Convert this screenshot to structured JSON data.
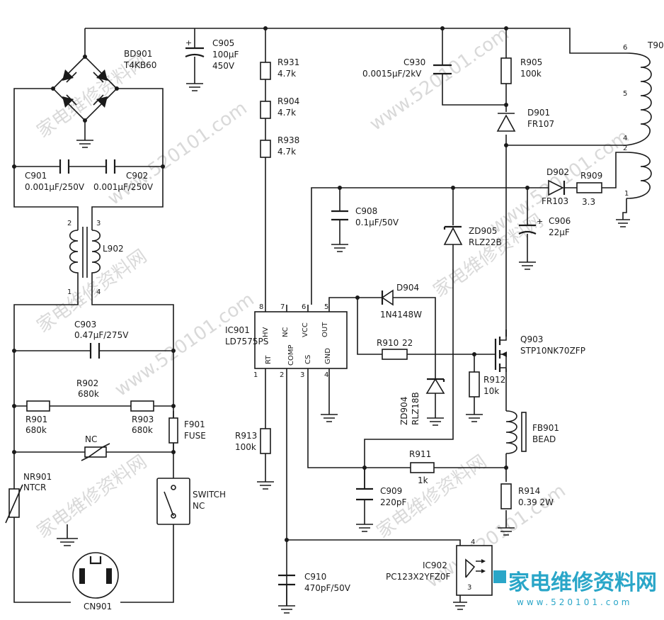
{
  "watermarks": [
    "家电维修资料网",
    "www.520101.com",
    "家电维修资料网",
    "www.520101.com",
    "家电维修资料网",
    "www.520101.com",
    "家电维修资料网",
    "www.520101.com",
    "家电维修资料网",
    "www.520101.com"
  ],
  "brand": {
    "name": "家电维修资料网",
    "url": "www.520101.com"
  },
  "components": {
    "bd901": {
      "ref": "BD901",
      "value": "T4KB60"
    },
    "c905": {
      "ref": "C905",
      "value1": "100μF",
      "value2": "450V"
    },
    "r931": {
      "ref": "R931",
      "value": "4.7k"
    },
    "r904": {
      "ref": "R904",
      "value": "4.7k"
    },
    "r938": {
      "ref": "R938",
      "value": "4.7k"
    },
    "c930": {
      "ref": "C930",
      "value": "0.0015μF/2kV"
    },
    "r905": {
      "ref": "R905",
      "value": "100k"
    },
    "d901": {
      "ref": "D901",
      "value": "FR107"
    },
    "t90": {
      "ref": "T90",
      "pins": [
        "6",
        "5",
        "4",
        "2",
        "1"
      ]
    },
    "c901": {
      "ref": "C901",
      "value": "0.001μF/250V"
    },
    "c902": {
      "ref": "C902",
      "value": "0.001μF/250V"
    },
    "d902": {
      "ref": "D902",
      "value": "FR103"
    },
    "r909": {
      "ref": "R909",
      "value": "3.3"
    },
    "c908": {
      "ref": "C908",
      "value": "0.1μF/50V"
    },
    "c906": {
      "ref": "C906",
      "value": "22μF"
    },
    "zd905": {
      "ref": "ZD905",
      "value": "RLZ22B"
    },
    "l902": {
      "ref": "L902",
      "pins": [
        "2",
        "3",
        "1",
        "4"
      ]
    },
    "d904": {
      "ref": "D904",
      "value": "1N4148W"
    },
    "c903": {
      "ref": "C903",
      "value": "0.47μF/275V"
    },
    "ic901": {
      "ref": "IC901",
      "value": "LD7575PS",
      "pin_names": [
        "HV",
        "NC",
        "VCC",
        "OUT",
        "RT",
        "COMP",
        "CS",
        "GND"
      ],
      "pin_numbers": [
        "8",
        "7",
        "6",
        "5",
        "1",
        "2",
        "3",
        "4"
      ]
    },
    "q903": {
      "ref": "Q903",
      "value": "STP10NK70ZFP"
    },
    "r910": {
      "ref": "R910",
      "value": "22"
    },
    "r902": {
      "ref": "R902",
      "value": "680k"
    },
    "r901": {
      "ref": "R901",
      "value": "680k"
    },
    "r903": {
      "ref": "R903",
      "value": "680k"
    },
    "zd904": {
      "ref": "ZD904",
      "value": "RLZ18B"
    },
    "r912": {
      "ref": "R912",
      "value": "10k"
    },
    "f901": {
      "ref": "F901",
      "value": "FUSE"
    },
    "nc": {
      "ref": "NC"
    },
    "fb901": {
      "ref": "FB901",
      "value": "BEAD"
    },
    "r913": {
      "ref": "R913",
      "value": "100k"
    },
    "r911": {
      "ref": "R911",
      "value": "1k"
    },
    "nr901": {
      "ref": "NR901",
      "value": "NTCR"
    },
    "switch": {
      "ref": "SWITCH",
      "value": "NC"
    },
    "c909": {
      "ref": "C909",
      "value": "220pF"
    },
    "r914": {
      "ref": "R914",
      "value": "0.39 2W"
    },
    "ic902": {
      "ref": "IC902",
      "value": "PC123X2YFZ0F",
      "pins": [
        "4",
        "3"
      ]
    },
    "c910": {
      "ref": "C910",
      "value": "470pF/50V"
    },
    "cn901": {
      "ref": "CN901"
    }
  }
}
